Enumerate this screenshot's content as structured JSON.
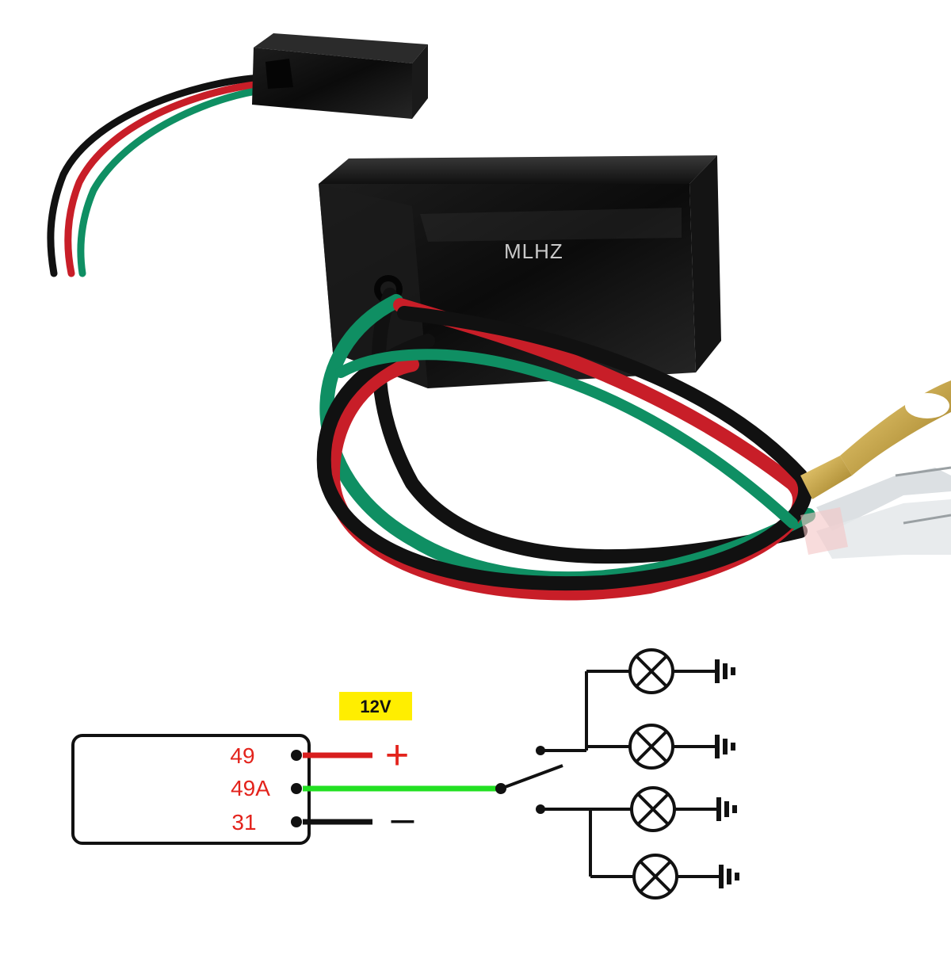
{
  "watermark": "MLHZ",
  "voltage_badge": "12V",
  "terminals": [
    {
      "label": "49",
      "wire_color": "#d81e1e"
    },
    {
      "label": "49A",
      "wire_color": "#22e022"
    },
    {
      "label": "31",
      "wire_color": "#111111"
    }
  ],
  "polarity": {
    "plus": "+",
    "minus": "–"
  },
  "colors": {
    "label_red": "#e3231c",
    "badge_yellow": "#ffee00",
    "wire_green": "#0f8f63",
    "wire_red": "#c81e28",
    "wire_black": "#111111",
    "housing": "#161616",
    "terminal_gold": "#c9a640"
  }
}
